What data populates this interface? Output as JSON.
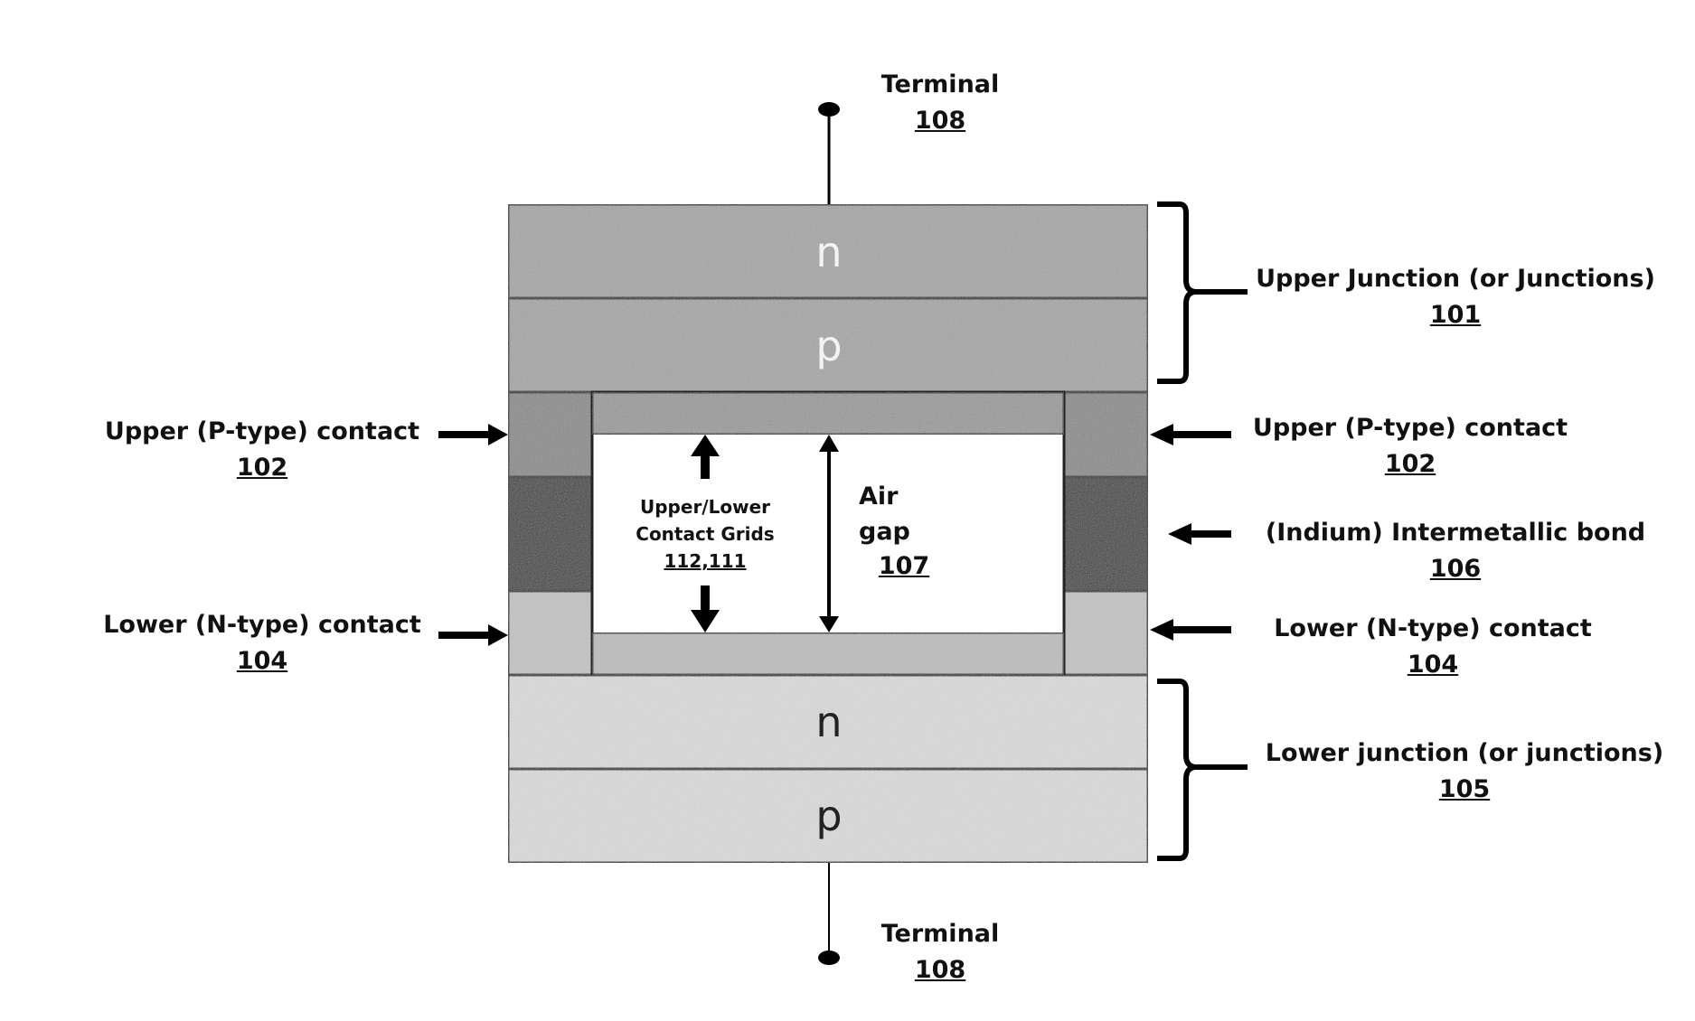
{
  "layers": {
    "upper_n": "n",
    "upper_p": "p",
    "lower_n": "n",
    "lower_p": "p"
  },
  "labels": {
    "terminal_top": {
      "text": "Terminal",
      "ref": "108"
    },
    "terminal_bottom": {
      "text": "Terminal",
      "ref": "108"
    },
    "upper_junction": {
      "text": "Upper Junction (or Junctions)",
      "ref": "101"
    },
    "lower_junction": {
      "text": "Lower junction (or junctions)",
      "ref": "105"
    },
    "upper_contact_left": {
      "text": "Upper (P-type) contact",
      "ref": "102"
    },
    "upper_contact_right": {
      "text": "Upper (P-type) contact",
      "ref": "102"
    },
    "lower_contact_left": {
      "text": "Lower (N-type) contact",
      "ref": "104"
    },
    "lower_contact_right": {
      "text": "Lower (N-type) contact",
      "ref": "104"
    },
    "intermetallic_bond": {
      "text": "(Indium) Intermetallic bond",
      "ref": "106"
    },
    "contact_grids": {
      "line1": "Upper/Lower",
      "line2": "Contact Grids",
      "ref": "112,111"
    },
    "air_gap": {
      "line1": "Air",
      "line2": "gap",
      "ref": "107"
    }
  },
  "colors": {
    "upper_junction_fill": "#a6a6a6",
    "lower_junction_fill": "#dcdcdc",
    "upper_contact_fill": "#8a8a8a",
    "bond_fill": "#3a3a3a",
    "lower_contact_fill": "#c4c4c4"
  }
}
